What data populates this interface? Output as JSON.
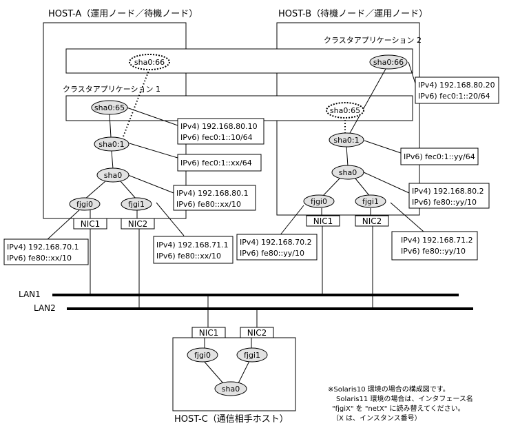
{
  "hosts": {
    "a": "HOST-A（運用ノード／待機ノード）",
    "b": "HOST-B（待機ノード／運用ノード）",
    "c": "HOST-C（通信相手ホスト）"
  },
  "cluster_apps": {
    "app1": "クラスタアプリケーション 1",
    "app2": "クラスタアプリケーション 2"
  },
  "nodes": {
    "sha0_66": "sha0:66",
    "sha0_65": "sha0:65",
    "sha0_1": "sha0:1",
    "sha0": "sha0",
    "fjgi0": "fjgi0",
    "fjgi1": "fjgi1"
  },
  "nics": {
    "nic1": "NIC1",
    "nic2": "NIC2"
  },
  "lans": {
    "lan1": "LAN1",
    "lan2": "LAN2"
  },
  "addresses": {
    "b_sha0_66_v4": "IPv4) 192.168.80.20",
    "b_sha0_66_v6": "IPv6) fec0:1::20/64",
    "a_sha0_65_v4": "IPv4) 192.168.80.10",
    "a_sha0_65_v6": "IPv6) fec0:1::10/64",
    "a_sha0_1_v6": "IPv6) fec0:1::xx/64",
    "b_sha0_1_v6": "IPv6) fec0:1::yy/64",
    "a_sha0_v4": "IPv4) 192.168.80.1",
    "a_sha0_v6": "IPv6) fe80::xx/10",
    "b_sha0_v4": "IPv4) 192.168.80.2",
    "b_sha0_v6": "IPv6) fe80::yy/10",
    "a_fjgi0_v4": "IPv4) 192.168.70.1",
    "a_fjgi0_v6": "IPv6) fe80::xx/10",
    "a_fjgi1_v4": "IPv4) 192.168.71.1",
    "a_fjgi1_v6": "IPv6) fe80::xx/10",
    "b_fjgi0_v4": "IPv4) 192.168.70.2",
    "b_fjgi0_v6": "IPv6) fe80::yy/10",
    "b_fjgi1_v4": "IPv4) 192.168.71.2",
    "b_fjgi1_v6": "IPv6) fe80::yy/10"
  },
  "note": {
    "line1": "※Solaris10 環境の場合の構成図です。",
    "line2": "Solaris11 環境の場合は、インタフェース名",
    "line3": "\"fjgiX\" を \"netX\" に読み替えてください。",
    "line4": "（X は、インスタンス番号）"
  }
}
